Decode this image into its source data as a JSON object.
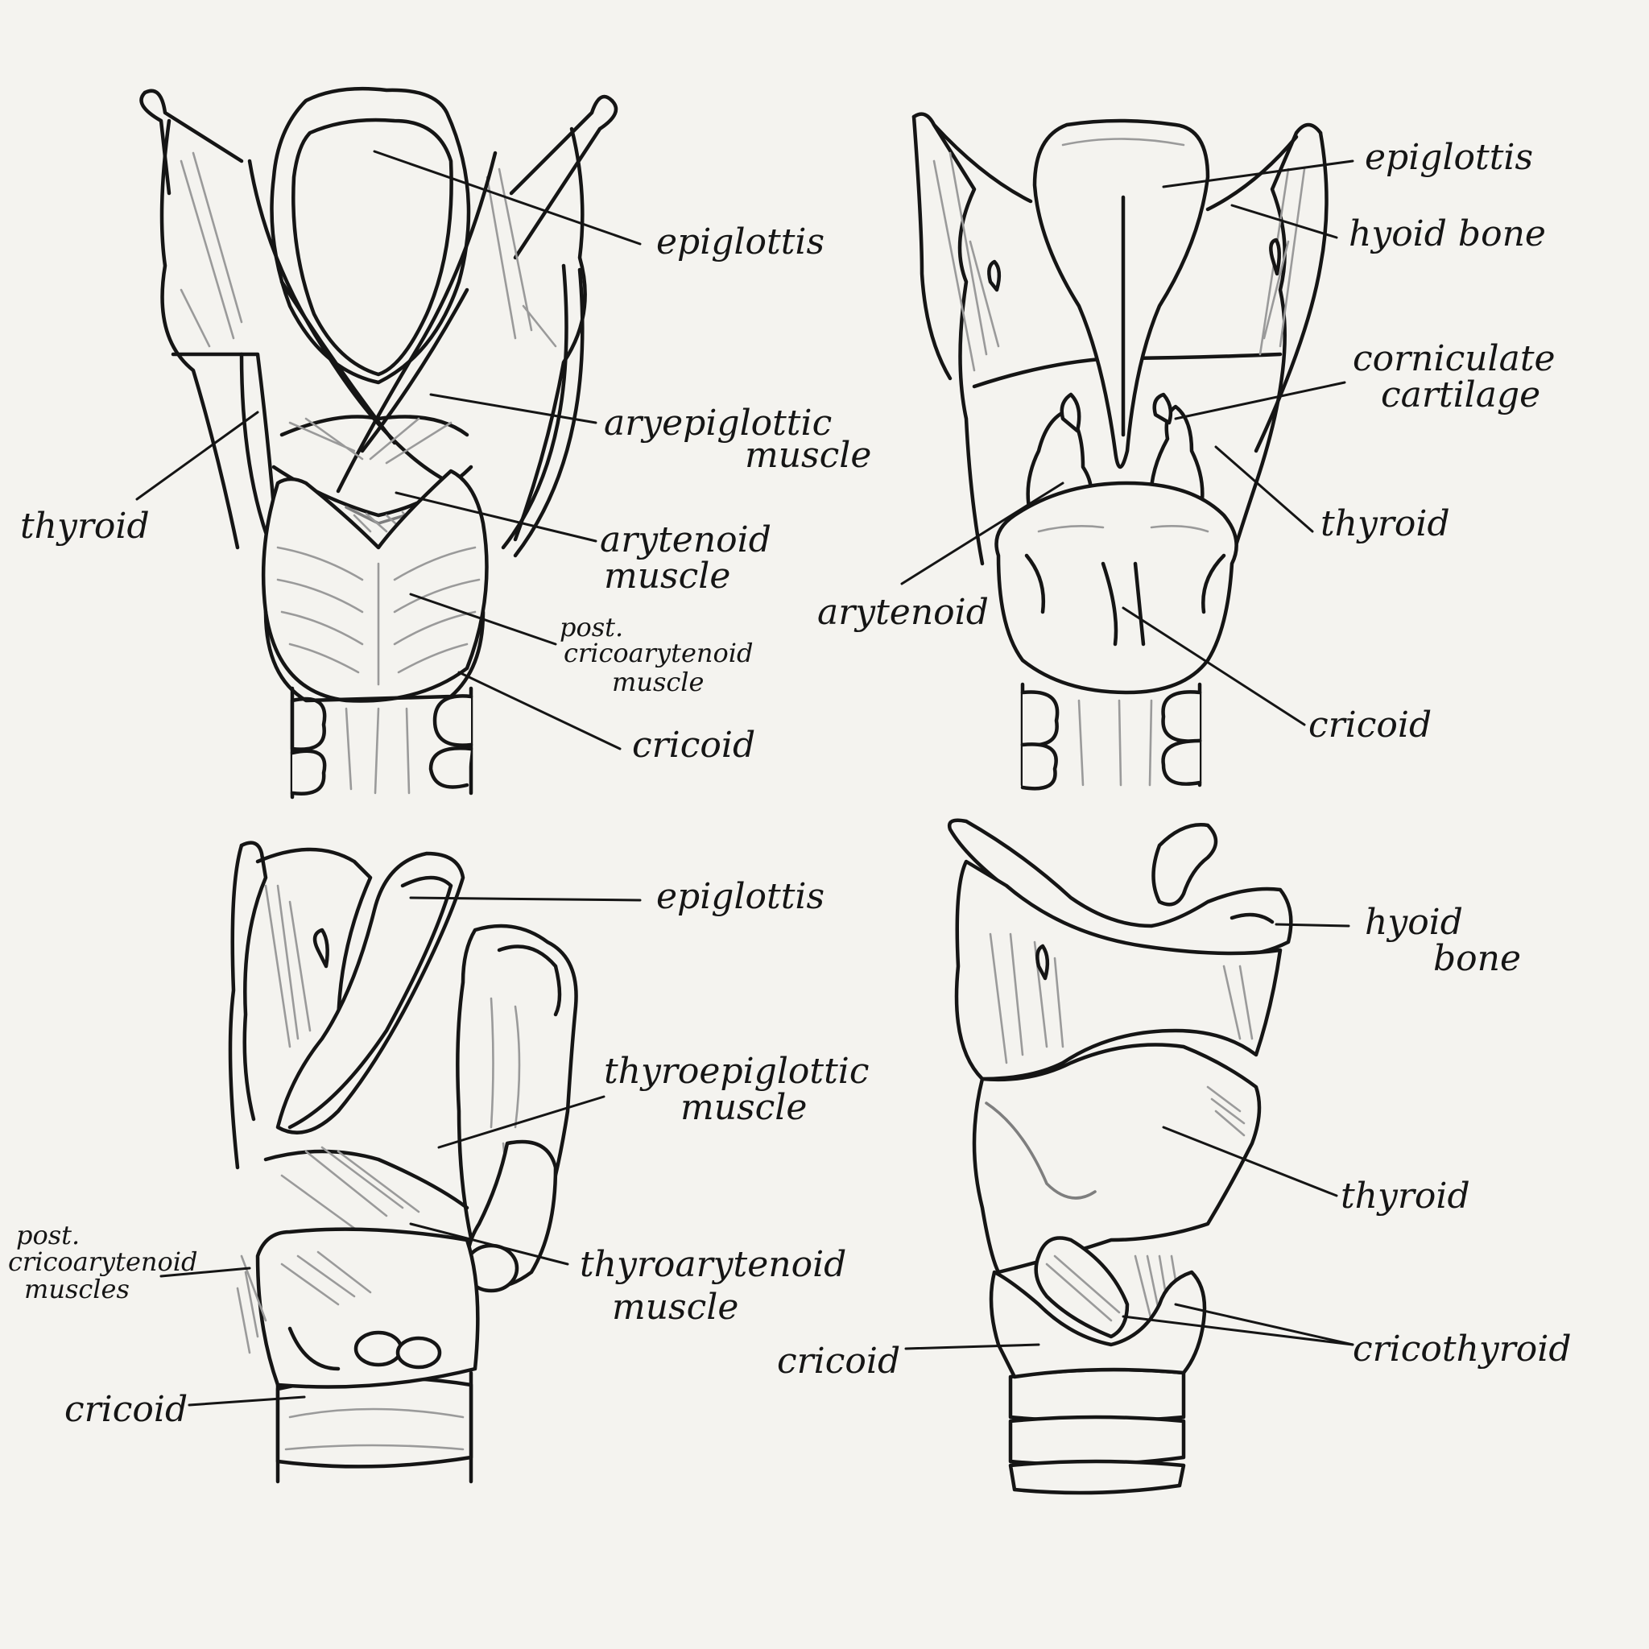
{
  "panel1": {
    "epiglottis": "epiglottis",
    "aryepiglottic1": "aryepiglottic",
    "aryepiglottic2": "muscle",
    "thyroid": "thyroid",
    "arytenoid1": "arytenoid",
    "arytenoid2": "muscle",
    "postcrico1": "post.",
    "postcrico2": "cricoarytenoid",
    "postcrico3": "muscle",
    "cricoid": "cricoid"
  },
  "panel2": {
    "epiglottis": "epiglottis",
    "hyoid": "hyoid bone",
    "corniculate1": "corniculate",
    "corniculate2": "cartilage",
    "thyroid": "thyroid",
    "arytenoid": "arytenoid",
    "cricoid": "cricoid"
  },
  "panel3": {
    "epiglottis": "epiglottis",
    "thyroepi1": "thyroepiglottic",
    "thyroepi2": "muscle",
    "postcrico1": "post.",
    "postcrico2": "cricoarytenoid",
    "postcrico3": "muscles",
    "thyroary1": "thyroarytenoid",
    "thyroary2": "muscle",
    "cricoid": "cricoid"
  },
  "panel4": {
    "hyoid1": "hyoid",
    "hyoid2": "bone",
    "thyroid": "thyroid",
    "cricoid": "cricoid",
    "cricothyroid": "cricothyroid"
  }
}
